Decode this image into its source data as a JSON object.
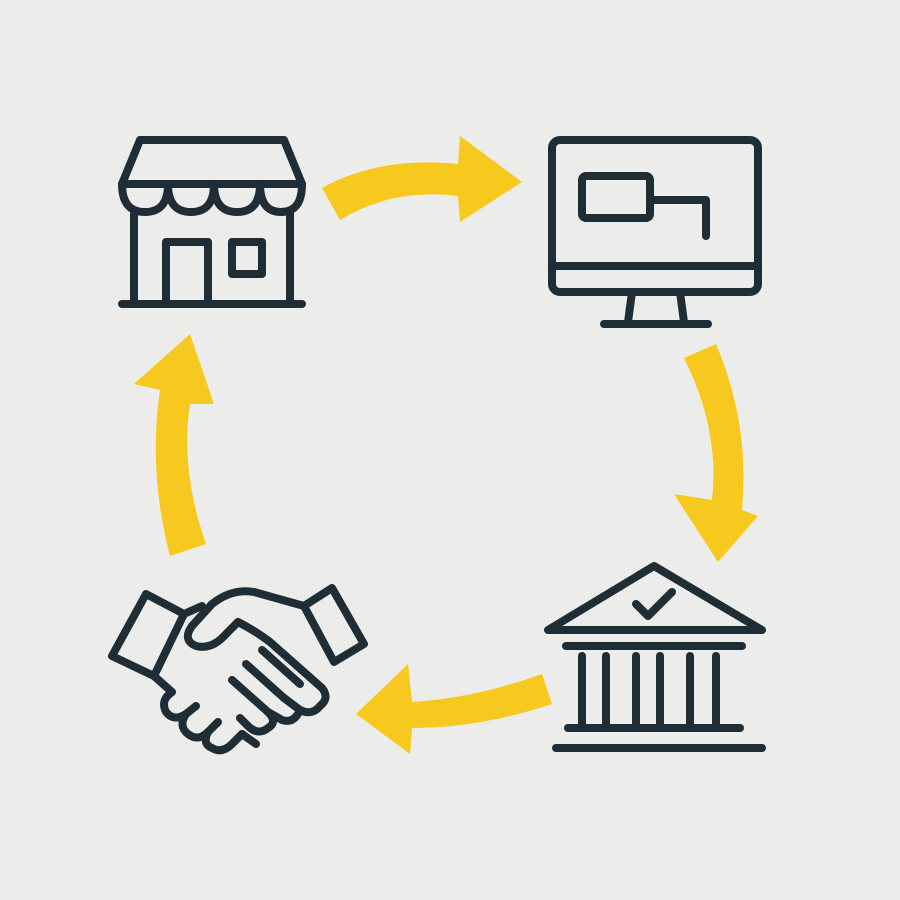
{
  "colors": {
    "background": "#ececea",
    "icon_stroke": "#1f2d36",
    "arrow": "#f7c81e"
  },
  "diagram": {
    "layout": "circular cycle",
    "nodes": [
      {
        "id": "store",
        "icon": "storefront-icon"
      },
      {
        "id": "computer",
        "icon": "desktop-monitor-icon"
      },
      {
        "id": "bank",
        "icon": "bank-checkmark-icon"
      },
      {
        "id": "deal",
        "icon": "handshake-icon"
      }
    ],
    "edges": [
      {
        "from": "store",
        "to": "computer",
        "direction": "right"
      },
      {
        "from": "computer",
        "to": "bank",
        "direction": "down"
      },
      {
        "from": "bank",
        "to": "deal",
        "direction": "left"
      },
      {
        "from": "deal",
        "to": "store",
        "direction": "up"
      }
    ]
  }
}
